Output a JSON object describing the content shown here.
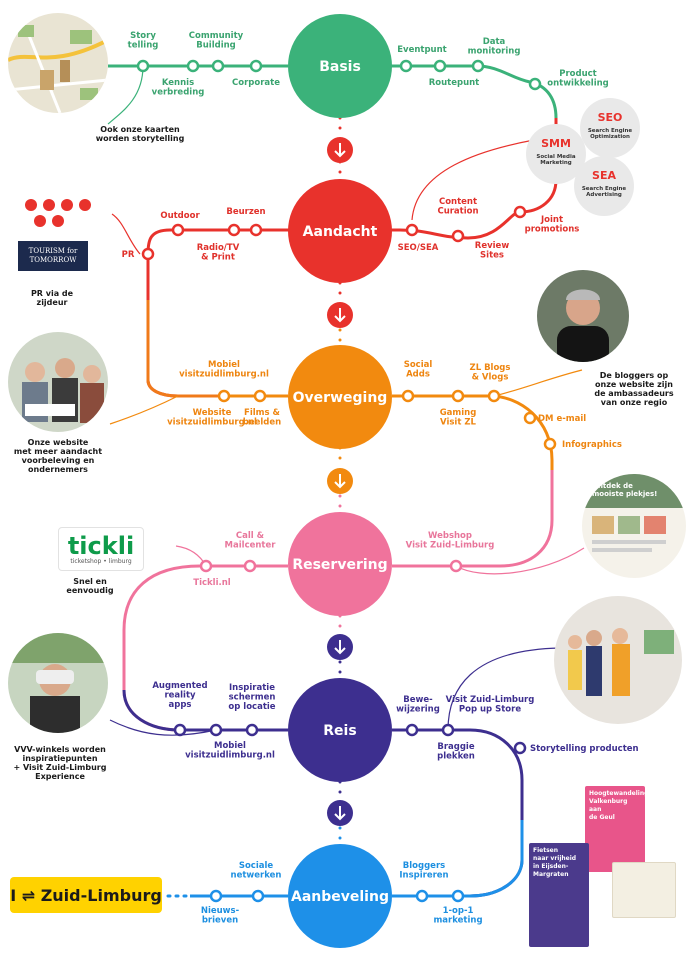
{
  "colors": {
    "basis": "#3bb27a",
    "aandacht": "#e8322c",
    "overweging": "#f28a0f",
    "reservering": "#f0739c",
    "reis": "#3d2f8f",
    "aanbeveling": "#1e90e8",
    "basis_text": "#3aa36f",
    "aandacht_text": "#e0312b",
    "overweging_text": "#ee8510",
    "reservering_text": "#e8769b",
    "reis_text": "#3d2f8f",
    "aanbeveling_text": "#1d8fe0"
  },
  "hubs": {
    "basis": "Basis",
    "aandacht": "Aandacht",
    "overweging": "Overweging",
    "reservering": "Reservering",
    "reis": "Reis",
    "aanbeveling": "Aanbeveling"
  },
  "basis_labels": {
    "storytelling": [
      "Story",
      "telling"
    ],
    "community": [
      "Community",
      "Building"
    ],
    "kennis": [
      "Kennis",
      "verbreding"
    ],
    "corporate": [
      "Corporate"
    ],
    "eventpunt": [
      "Eventpunt"
    ],
    "data": [
      "Data",
      "monitoring"
    ],
    "routepunt": [
      "Routepunt"
    ],
    "product": [
      "Product",
      "ontwikkeling"
    ]
  },
  "marketing_bubbles": {
    "smm_title": "SMM",
    "smm_sub": [
      "Social Media",
      "Marketing"
    ],
    "seo_title": "SEO",
    "seo_sub": [
      "Search Engine",
      "Optimization"
    ],
    "sea_title": "SEA",
    "sea_sub": [
      "Search Engine",
      "Advertising"
    ]
  },
  "aandacht_labels": {
    "pr": [
      "PR"
    ],
    "outdoor": [
      "Outdoor"
    ],
    "beurzen": [
      "Beurzen"
    ],
    "radio": [
      "Radio/TV",
      "& Print"
    ],
    "seo_sea": [
      "SEO/SEA"
    ],
    "content": [
      "Content",
      "Curation"
    ],
    "review": [
      "Review",
      "Sites"
    ],
    "joint": [
      "Joint",
      "promotions"
    ]
  },
  "overweging_labels": {
    "mobiel": [
      "Mobiel",
      "visitzuidlimburg.nl"
    ],
    "website": [
      "Website",
      "visitzuidlimburg.nl"
    ],
    "films": [
      "Films &",
      "beelden"
    ],
    "social_adds": [
      "Social",
      "Adds"
    ],
    "zl_blogs": [
      "ZL Blogs",
      "& Vlogs"
    ],
    "gaming": [
      "Gaming",
      "Visit ZL"
    ],
    "dm": [
      "DM e-mail"
    ],
    "infographics": [
      "Infographics"
    ]
  },
  "reservering_labels": {
    "call": [
      "Call &",
      "Mailcenter"
    ],
    "tickli": [
      "Tickli.nl"
    ],
    "webshop": [
      "Webshop",
      "Visit Zuid-Limburg"
    ]
  },
  "reis_labels": {
    "augmented": [
      "Augmented",
      "reality",
      "apps"
    ],
    "inspiratie": [
      "Inspiratie",
      "schermen",
      "op locatie"
    ],
    "mobiel": [
      "Mobiel",
      "visitzuidlimburg.nl"
    ],
    "bewegwijzering": [
      "Bewe-",
      "wijzering"
    ],
    "popup": [
      "Visit Zuid-Limburg",
      "Pop up Store"
    ],
    "bordjes": [
      "Braggie",
      "plekken"
    ],
    "storytelling_producten": [
      "Storytelling producten"
    ]
  },
  "aanbeveling_labels": {
    "sociale": [
      "Sociale",
      "netwerken"
    ],
    "nieuws": [
      "Nieuws-",
      "brieven"
    ],
    "bloggers": [
      "Bloggers",
      "Inspireren"
    ],
    "one_op_one": [
      "1-op-1",
      "marketing"
    ]
  },
  "notes": {
    "kaarten": [
      "Ook onze kaarten",
      "worden storytelling"
    ],
    "pr_zijdeur": [
      "PR via de",
      "zijdeur"
    ],
    "website_note": [
      "Onze website",
      "met meer aandacht",
      "voorbeleving en",
      "ondernemers"
    ],
    "bloggers_note": [
      "De bloggers op",
      "onze website zijn",
      "de ambassadeurs",
      "van onze regio"
    ],
    "snel": [
      "Snel en",
      "eenvoudig"
    ],
    "vvv": [
      "VVV-winkels worden",
      "inspiratiepunten",
      "+ Visit Zuid-Limburg",
      "Experience"
    ]
  },
  "logos": {
    "zuid_limburg": "I ⇌ Zuid-Limburg",
    "tickli": "tickli",
    "tickli_sub": "ticketshop • limburg",
    "tourism": [
      "TOURISM for",
      "TOMORROW"
    ],
    "website_header": [
      "Ontdek de",
      "mooiste plekjes!"
    ],
    "brochure1": [
      "Hoogtewandeling",
      "Valkenburg aan",
      "de Geul"
    ],
    "brochure2": [
      "Fietsen",
      "naar vrijheid",
      "in Eijsden-",
      "Margraten"
    ]
  },
  "icons": [
    "down-arrow-icon",
    "twitter-icon",
    "facebook-icon",
    "instagram-icon",
    "flickr-icon",
    "linkedin-icon",
    "pinterest-icon"
  ]
}
